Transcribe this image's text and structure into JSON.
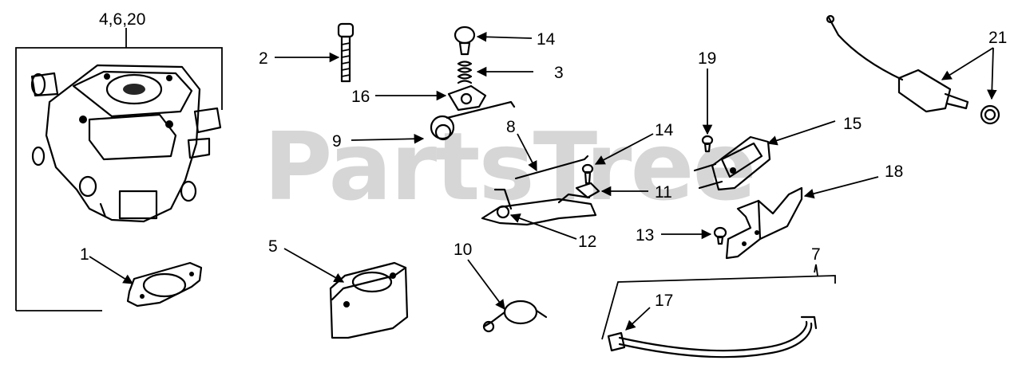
{
  "watermark": "PartsTree",
  "callouts": {
    "c_4_6_20": "4,6,20",
    "c_1": "1",
    "c_2": "2",
    "c_5": "5",
    "c_14a": "14",
    "c_3": "3",
    "c_16": "16",
    "c_9": "9",
    "c_8": "8",
    "c_14b": "14",
    "c_11": "11",
    "c_12": "12",
    "c_10": "10",
    "c_19": "19",
    "c_15": "15",
    "c_18": "18",
    "c_13": "13",
    "c_7": "7",
    "c_17": "17",
    "c_21": "21"
  }
}
